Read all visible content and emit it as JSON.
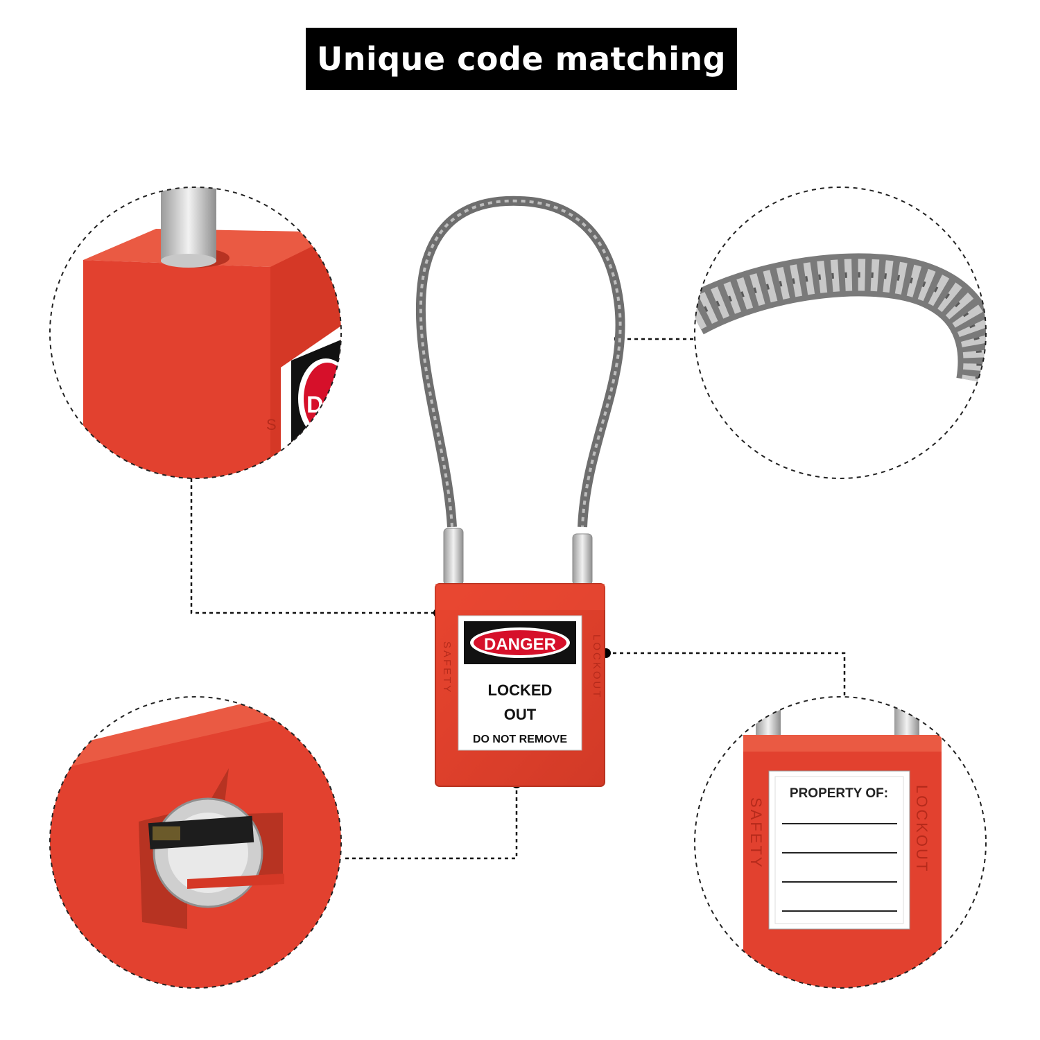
{
  "title": "Unique code matching",
  "product": {
    "danger_label": "DANGER",
    "locked_label": "LOCKED",
    "out_label": "OUT",
    "remove_label": "DO NOT REMOVE",
    "side_left": "SAFETY",
    "side_right": "LOCKOUT"
  },
  "zoom_back": {
    "property_label": "PROPERTY OF:",
    "side_left": "SAFETY",
    "side_right": "LOCKOUT"
  },
  "zoom_top": {
    "partial_text": "DA",
    "partial_side": "S"
  },
  "colors": {
    "lock_red": "#e2412f",
    "lock_red_dark": "#c23422",
    "danger_red": "#d6102a",
    "cable": "#8a8a8a"
  }
}
